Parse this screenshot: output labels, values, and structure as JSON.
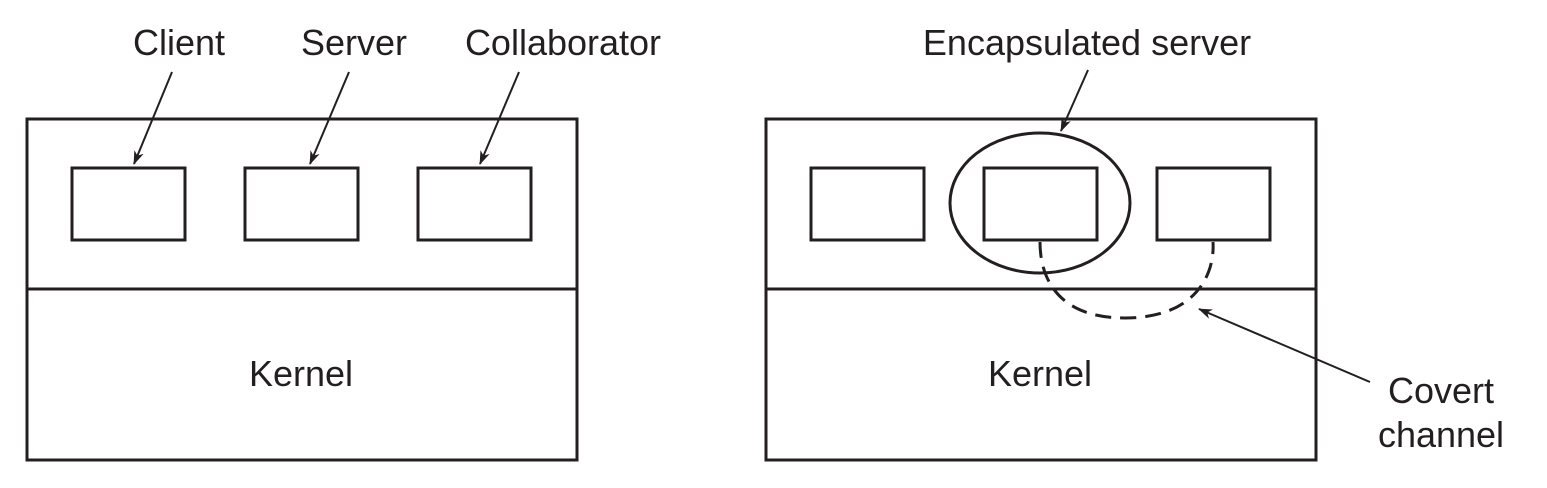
{
  "left_diagram": {
    "labels": {
      "client": "Client",
      "server": "Server",
      "collaborator": "Collaborator",
      "kernel": "Kernel"
    }
  },
  "right_diagram": {
    "labels": {
      "encapsulated_server": "Encapsulated server",
      "kernel": "Kernel",
      "covert_line1": "Covert",
      "covert_line2": "channel"
    }
  },
  "colors": {
    "ink": "#231f20",
    "background": "#ffffff"
  }
}
